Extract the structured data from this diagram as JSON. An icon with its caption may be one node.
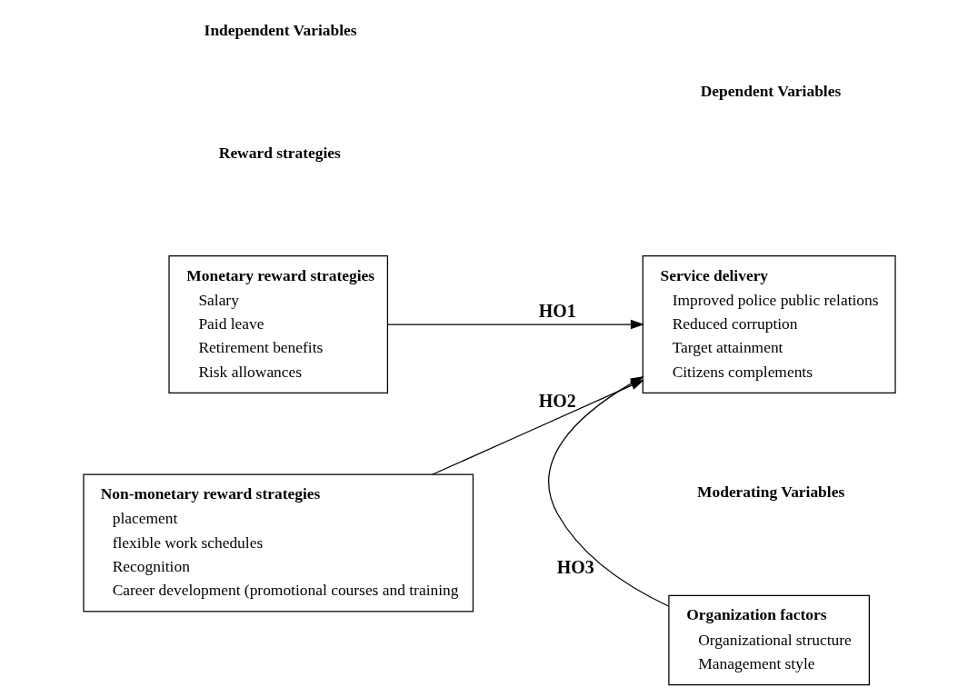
{
  "diagram": {
    "nodes": [
      {
        "text": [
          "Monetary reward strategies",
          "Salary",
          "Paid leave",
          "Retirement benefits",
          "Risk allowances"
        ]
      },
      {
        "text": [
          "Non-monetary reward strategies",
          "placement",
          "flexible work schedules",
          "Recognition",
          "Career development (promotional courses and training"
        ]
      },
      {
        "text": [
          "Service delivery",
          "Improved police public relations",
          "Reduced corruption",
          "Target attainment",
          "Citizens complements"
        ]
      },
      {
        "text": [
          "Organization factors",
          "Organizational structure",
          "Management style"
        ]
      }
    ],
    "edges": [
      {
        "from": 0,
        "to": 2,
        "arrow": "to",
        "label": "HO1"
      },
      {
        "from": 1,
        "to": 2,
        "arrow": "to",
        "label": "HO2"
      },
      {
        "from": 3,
        "to": 2,
        "arrow": "to",
        "label": "HO3"
      }
    ],
    "labels": [
      "Independent Variables",
      "Reward strategies",
      "Dependent Variables",
      "Moderating Variables"
    ]
  }
}
